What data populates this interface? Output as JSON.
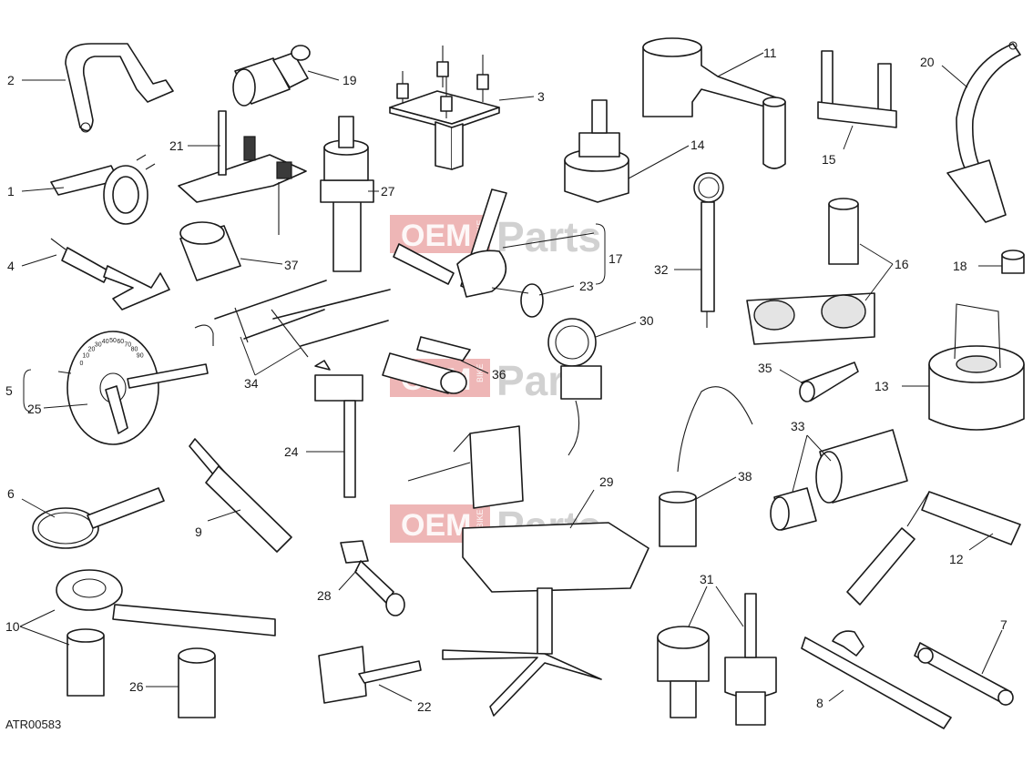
{
  "diagram_code": "ATR00583",
  "watermark": {
    "brand_left": "OEM",
    "brand_small": "BIKE",
    "brand_right": "Parts"
  },
  "callouts": {
    "n1": "1",
    "n2": "2",
    "n3": "3",
    "n4": "4",
    "n5": "5",
    "n6": "6",
    "n7": "7",
    "n8": "8",
    "n9": "9",
    "n10": "10",
    "n11": "11",
    "n12": "12",
    "n13": "13",
    "n14": "14",
    "n15": "15",
    "n16": "16",
    "n17": "17",
    "n18": "18",
    "n19": "19",
    "n20": "20",
    "n21": "21",
    "n22": "22",
    "n23": "23",
    "n24": "24",
    "n25": "25",
    "n26": "26",
    "n27": "27",
    "n28": "28",
    "n29": "29",
    "n30": "30",
    "n31": "31",
    "n32": "32",
    "n33": "33",
    "n34": "34",
    "n35": "35",
    "n36": "36",
    "n37": "37",
    "n38": "38"
  },
  "protractor_scale": [
    "0",
    "10",
    "20",
    "30",
    "40",
    "50",
    "60",
    "70",
    "80",
    "90"
  ]
}
